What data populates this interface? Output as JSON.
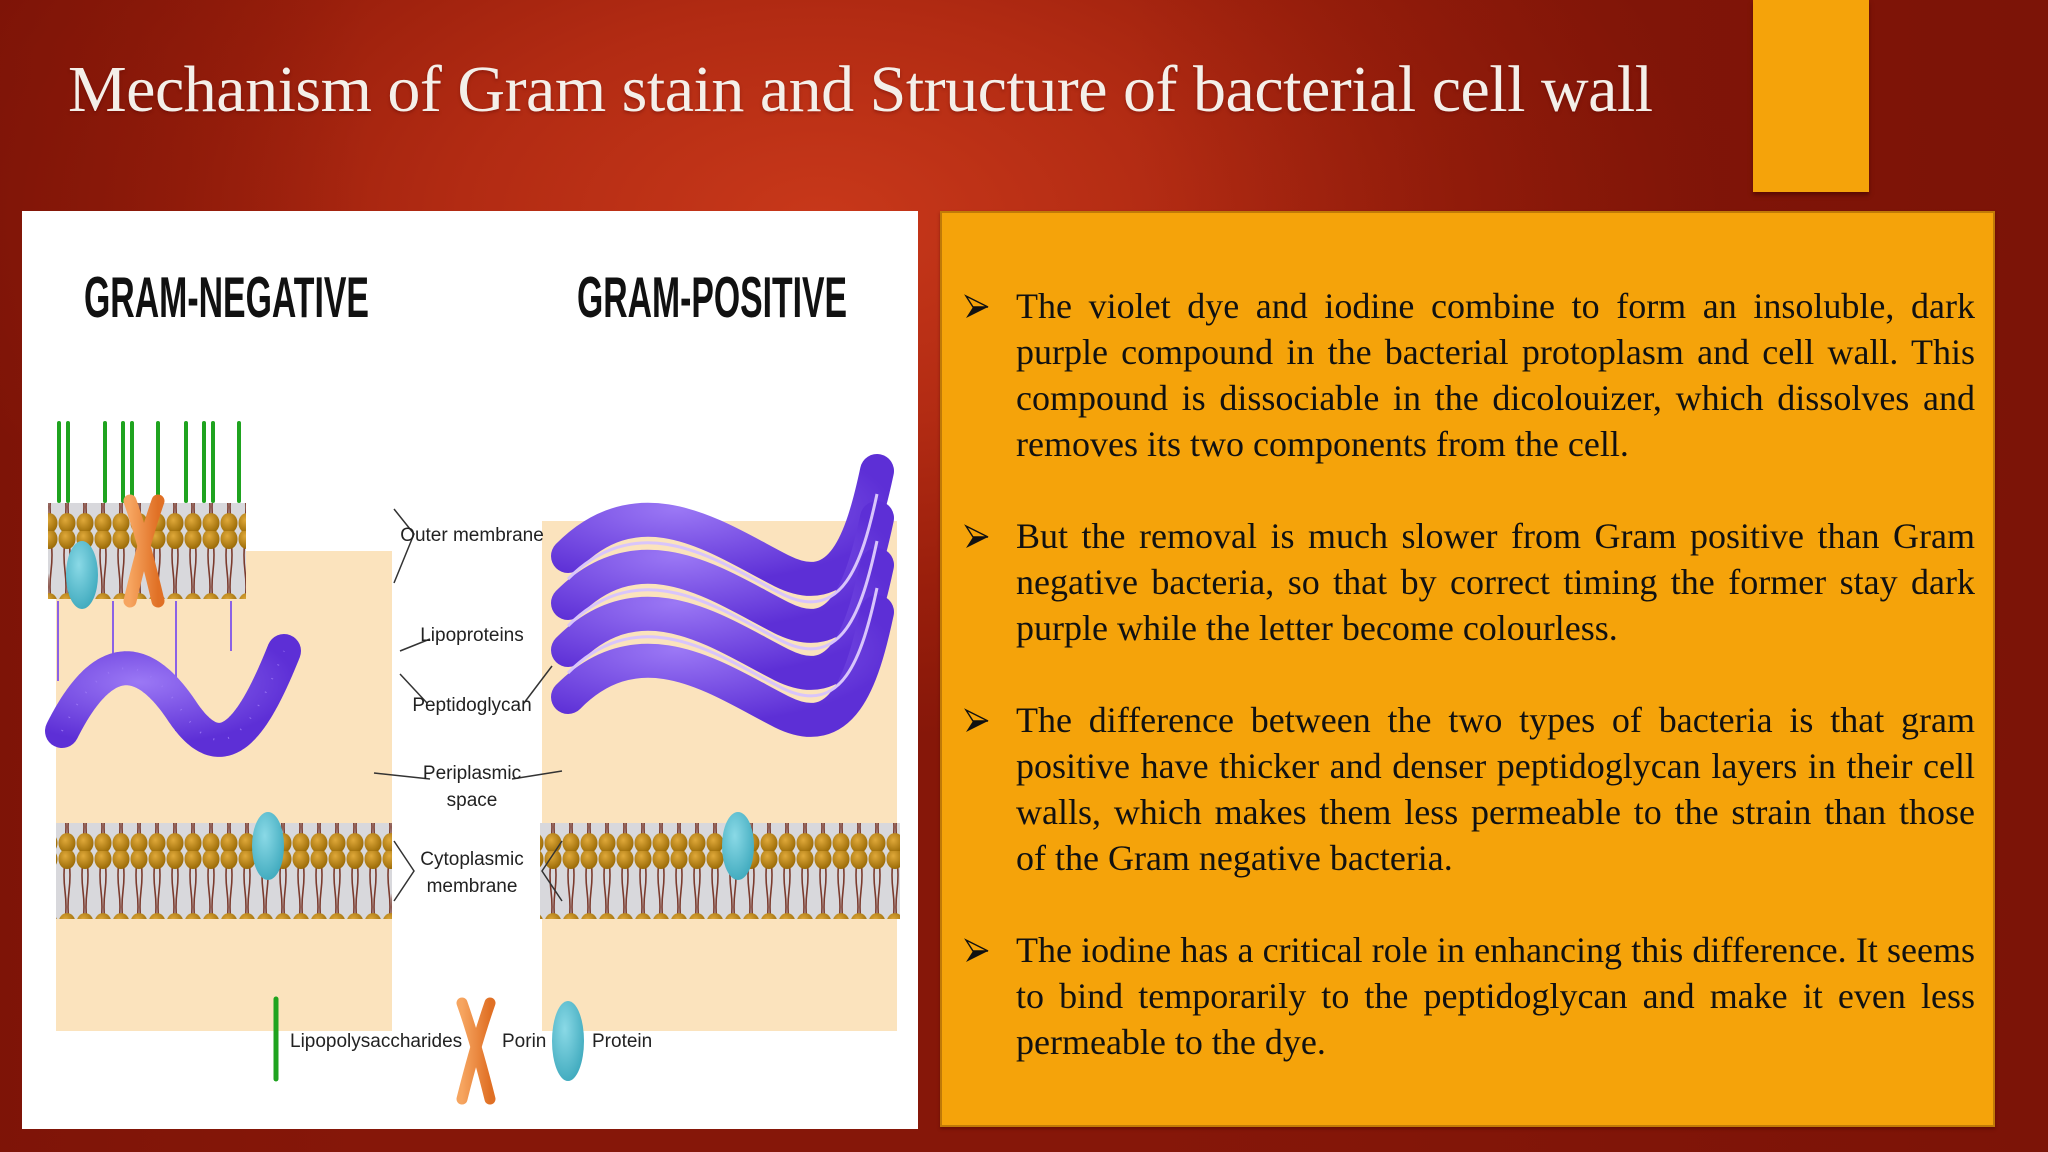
{
  "slide": {
    "title": "Mechanism of Gram stain and Structure of bacterial cell wall",
    "colors": {
      "background": "#a8260f",
      "accent": "#f5a30a",
      "title_text": "#f4efe9",
      "body_text": "#111111"
    }
  },
  "diagram": {
    "headings": {
      "left": "GRAM-NEGATIVE",
      "right": "GRAM-POSITIVE"
    },
    "labels": {
      "outer_membrane": "Outer membrane",
      "lipoproteins": "Lipoproteins",
      "peptidoglycan": "Peptidoglycan",
      "periplasmic_1": "Periplasmic",
      "periplasmic_2": "space",
      "cytoplasmic_1": "Cytoplasmic",
      "cytoplasmic_2": "membrane"
    },
    "legend": [
      {
        "icon": "lipopolysaccharide-icon",
        "label": "Lipopolysaccharides"
      },
      {
        "icon": "porin-icon",
        "label": "Porin"
      },
      {
        "icon": "protein-icon",
        "label": "Protein"
      }
    ],
    "colors": {
      "lipid_head": "#b8860b",
      "peptidoglycan": "#7a4de8",
      "periplasm": "#fbe3bd",
      "lps": "#1fa31f",
      "porin": "#f08a3c",
      "protein": "#5fc3d4"
    }
  },
  "bullets": [
    {
      "text": "The violet dye and iodine combine to form an insoluble, dark purple compound in the bacterial protoplasm and cell wall. This compound is dissociable in the dicolouizer, which dissolves and removes its two components from the cell."
    },
    {
      "text": "But the removal is much slower from Gram positive than Gram negative bacteria, so that by correct timing the former stay dark purple while the letter become colourless."
    },
    {
      "text": "The difference between the two types of bacteria is that gram positive have thicker and denser peptidoglycan layers in their cell walls, which makes them less permeable to the strain than those of the Gram negative bacteria."
    },
    {
      "text": "The iodine has a critical role in enhancing this difference. It seems to bind temporarily to the peptidoglycan and make it even less permeable to the dye."
    }
  ]
}
